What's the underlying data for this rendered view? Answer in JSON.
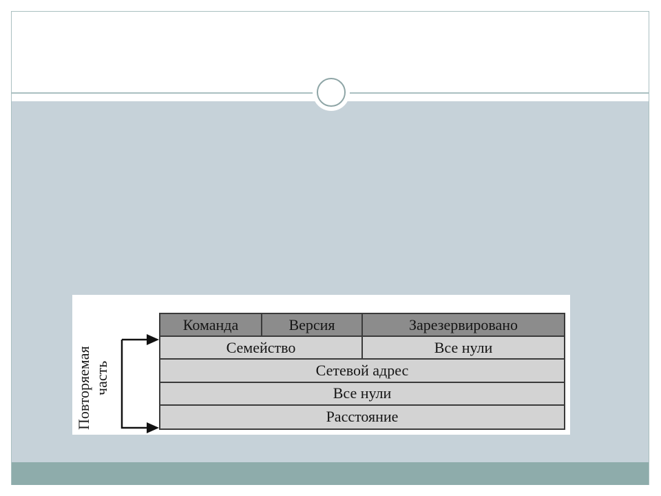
{
  "diagram": {
    "side_label_line1": "Повторяемая",
    "side_label_line2": "часть",
    "header_row": {
      "command": "Команда",
      "version": "Версия",
      "reserved": "Зарезервировано"
    },
    "rows": {
      "family": "Семейство",
      "zeros_1": "Все нули",
      "network_address": "Сетевой адрес",
      "zeros_2": "Все нули",
      "distance": "Расстояние"
    }
  },
  "colors": {
    "content_background": "#c6d2d9",
    "footer_bar": "#8eacab",
    "header_cells": "#8c8c8c",
    "body_cells": "#d3d3d3"
  }
}
